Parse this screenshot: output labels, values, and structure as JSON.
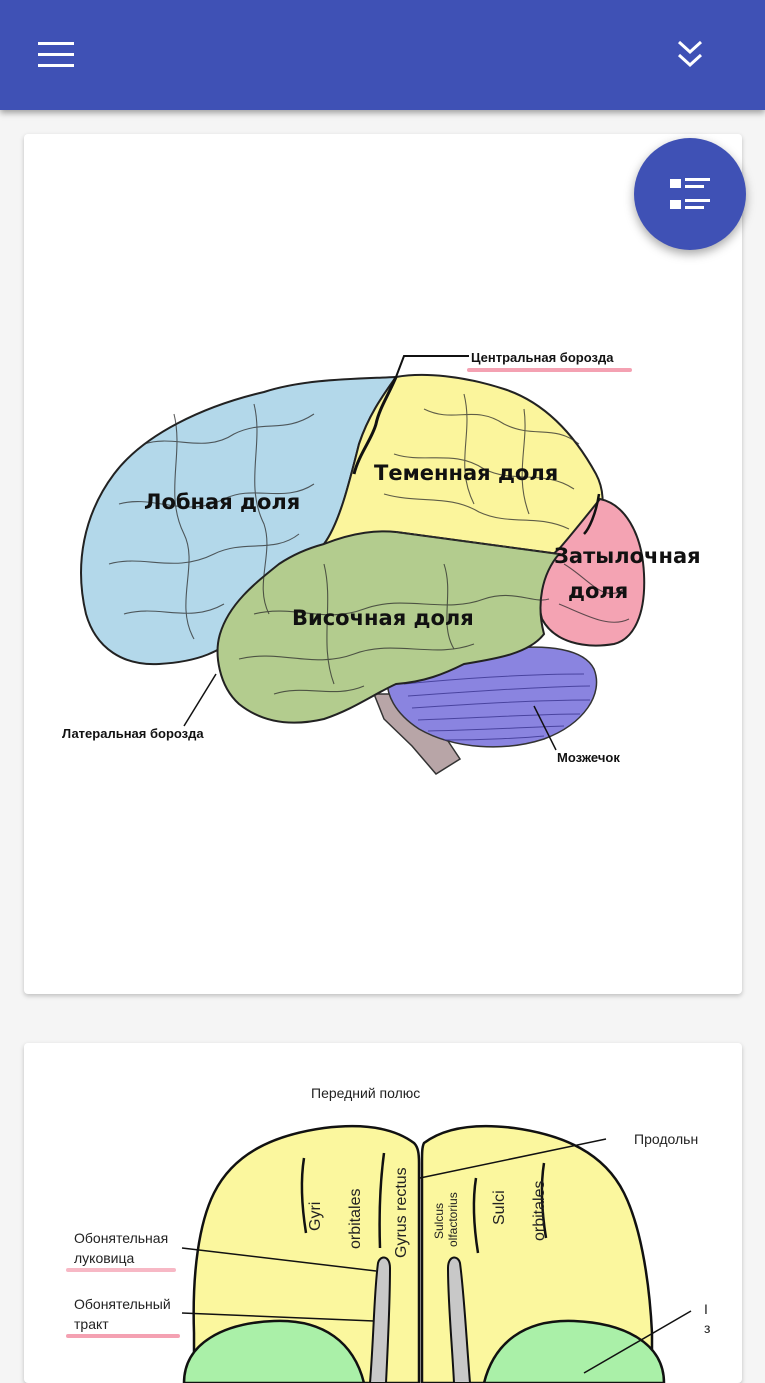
{
  "toolbar": {
    "menu_icon": "hamburger-menu-icon",
    "expand_icon": "double-chevron-down-icon",
    "color": "#3f51b5"
  },
  "fab": {
    "icon": "list-outline-icon"
  },
  "figure1": {
    "central_sulcus": "Центральная борозда",
    "parietal_lobe": "Теменная доля",
    "frontal_lobe": "Лобная доля",
    "occipital_lobe_line1": "Затылочная",
    "occipital_lobe_line2": "доля",
    "temporal_lobe": "Височная доля",
    "lateral_sulcus": "Латеральная борозда",
    "cerebellum": "Мозжечок",
    "colors": {
      "frontal": "#b3d8ea",
      "parietal": "#fbf59c",
      "occipital": "#f4a3b3",
      "temporal": "#b3cc8e",
      "cerebellum": "#8a84e0",
      "brainstem": "#b8a5a7",
      "highlight": "#f28aa0"
    }
  },
  "figure2": {
    "anterior_pole": "Передний полюс",
    "longitudinal": "Продольн",
    "gyri": "Gyri",
    "orbitales_left": "orbitales",
    "gyrus_rectus": "Gyrus rectus",
    "sulcus": "Sulcus",
    "olfactorius": "olfactorius",
    "sulci": "Sulci",
    "orbitales_right": "orbitales",
    "olfactory_bulb_line1": "Обонятельная",
    "olfactory_bulb_line2": "луковица",
    "olfactory_tract_line1": "Обонятельный",
    "olfactory_tract_line2": "тракт",
    "edge_char_1": "I",
    "edge_char_2": "з",
    "colors": {
      "lobe": "#fbf79e",
      "green": "#aaf0a8",
      "gray": "#c8c8c8"
    }
  }
}
